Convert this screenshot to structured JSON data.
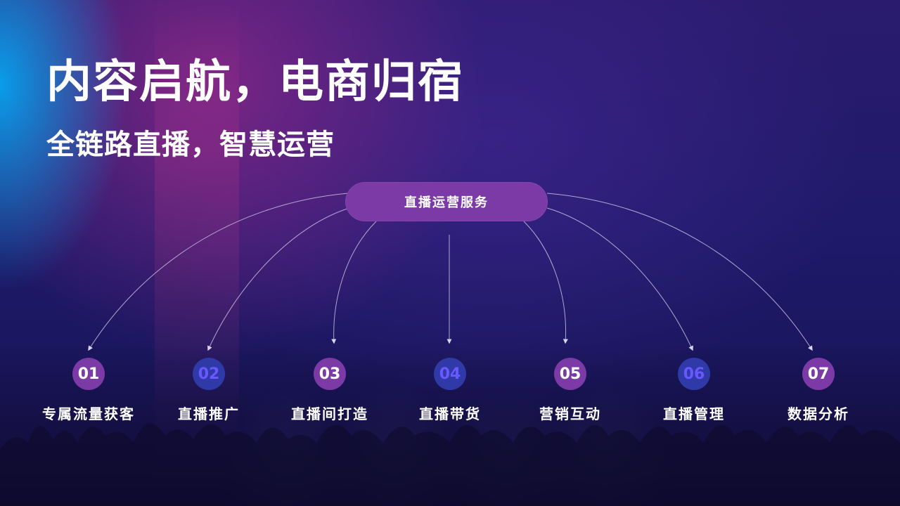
{
  "title": "内容启航，电商归宿",
  "subtitle": "全链路直播，智慧运营",
  "center": {
    "label": "直播运营服务"
  },
  "colors": {
    "pill": "#7b3aa6",
    "circle_purple": "#7b3aa6",
    "circle_blue": "#2f3aa8",
    "text": "#ffffff"
  },
  "items": [
    {
      "num": "01",
      "label": "专属流量获客",
      "style": "purple"
    },
    {
      "num": "02",
      "label": "直播推广",
      "style": "blue"
    },
    {
      "num": "03",
      "label": "直播间打造",
      "style": "purple"
    },
    {
      "num": "04",
      "label": "直播带货",
      "style": "blue"
    },
    {
      "num": "05",
      "label": "营销互动",
      "style": "purple"
    },
    {
      "num": "06",
      "label": "直播管理",
      "style": "blue"
    },
    {
      "num": "07",
      "label": "数据分析",
      "style": "purple"
    }
  ]
}
